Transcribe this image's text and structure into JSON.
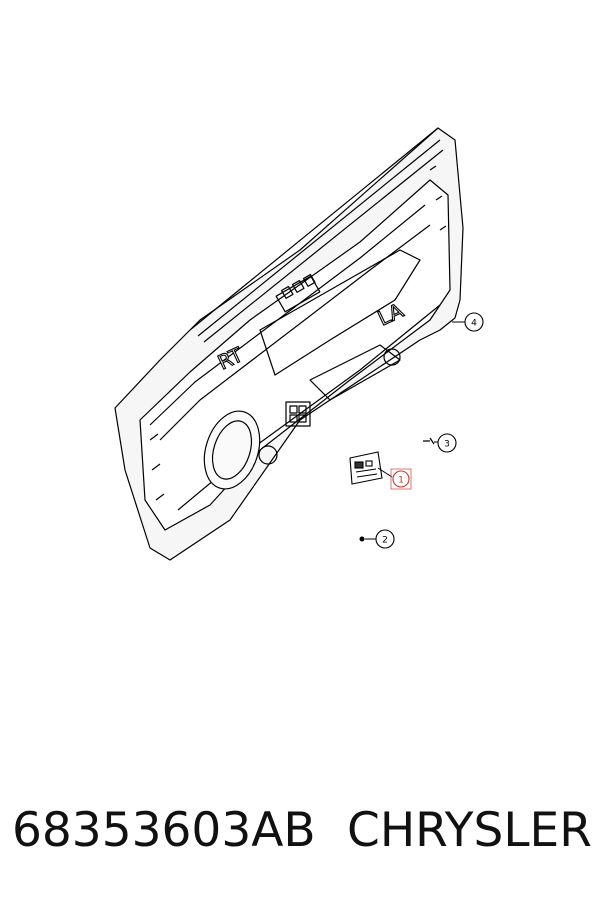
{
  "diagram": {
    "door_labels": [
      "RT",
      "LA"
    ],
    "callouts": [
      {
        "number": "1",
        "highlighted": true
      },
      {
        "number": "2",
        "highlighted": false
      },
      {
        "number": "3",
        "highlighted": false
      },
      {
        "number": "4",
        "highlighted": false
      }
    ],
    "highlight_color": "#d9534f"
  },
  "caption": {
    "part_number": "68353603AB",
    "brand": "CHRYSLER"
  }
}
